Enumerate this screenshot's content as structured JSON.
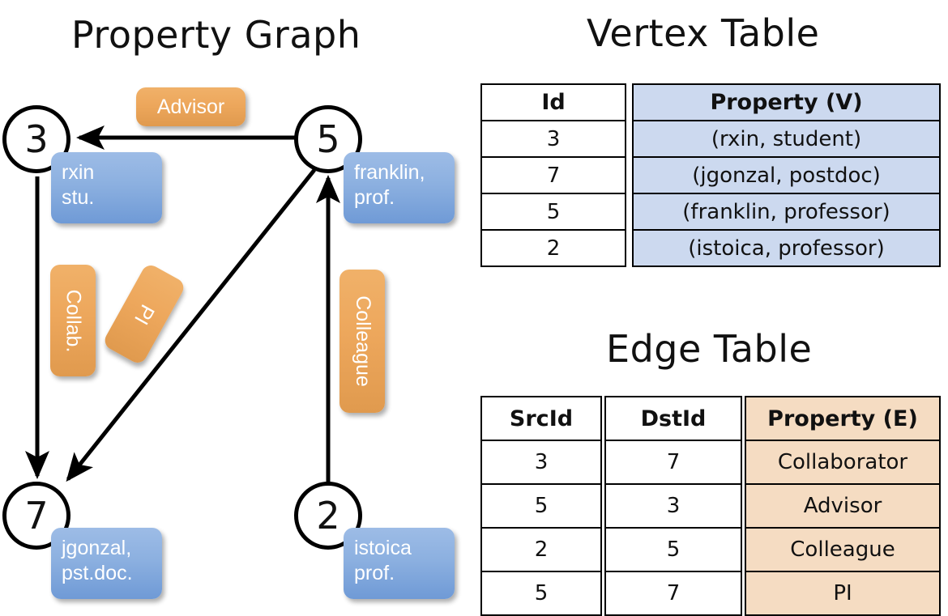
{
  "titles": {
    "property_graph": "Property Graph",
    "vertex_table": "Vertex Table",
    "edge_table": "Edge Table"
  },
  "colors": {
    "vertex_label_fill": "#8cb0e0",
    "edge_label_fill": "#eda75c",
    "vertex_table_fill": "#ccd9ef",
    "edge_table_fill": "#f5dcc2",
    "stroke": "#000000",
    "background": "#ffffff"
  },
  "graph": {
    "nodes": [
      {
        "id": "3",
        "label_lines": [
          "rxin",
          "stu."
        ]
      },
      {
        "id": "5",
        "label_lines": [
          "franklin,",
          "prof."
        ]
      },
      {
        "id": "7",
        "label_lines": [
          "jgonzal,",
          "pst.doc."
        ]
      },
      {
        "id": "2",
        "label_lines": [
          "istoica",
          "prof."
        ]
      }
    ],
    "edge_labels": [
      {
        "name": "advisor",
        "text": "Advisor"
      },
      {
        "name": "collab",
        "text": "Collab."
      },
      {
        "name": "pi",
        "text": "PI"
      },
      {
        "name": "colleague",
        "text": "Colleague"
      }
    ],
    "edges": [
      {
        "src": "5",
        "dst": "3",
        "label": "Advisor"
      },
      {
        "src": "3",
        "dst": "7",
        "label": "Collab."
      },
      {
        "src": "5",
        "dst": "7",
        "label": "PI"
      },
      {
        "src": "2",
        "dst": "5",
        "label": "Colleague"
      }
    ]
  },
  "vertex_table": {
    "headers": {
      "id": "Id",
      "property": "Property (V)"
    },
    "rows": [
      {
        "id": "3",
        "property": "(rxin, student)"
      },
      {
        "id": "7",
        "property": "(jgonzal, postdoc)"
      },
      {
        "id": "5",
        "property": "(franklin, professor)"
      },
      {
        "id": "2",
        "property": "(istoica, professor)"
      }
    ]
  },
  "edge_table": {
    "headers": {
      "src": "SrcId",
      "dst": "DstId",
      "property": "Property (E)"
    },
    "rows": [
      {
        "src": "3",
        "dst": "7",
        "property": "Collaborator"
      },
      {
        "src": "5",
        "dst": "3",
        "property": "Advisor"
      },
      {
        "src": "2",
        "dst": "5",
        "property": "Colleague"
      },
      {
        "src": "5",
        "dst": "7",
        "property": "PI"
      }
    ]
  }
}
